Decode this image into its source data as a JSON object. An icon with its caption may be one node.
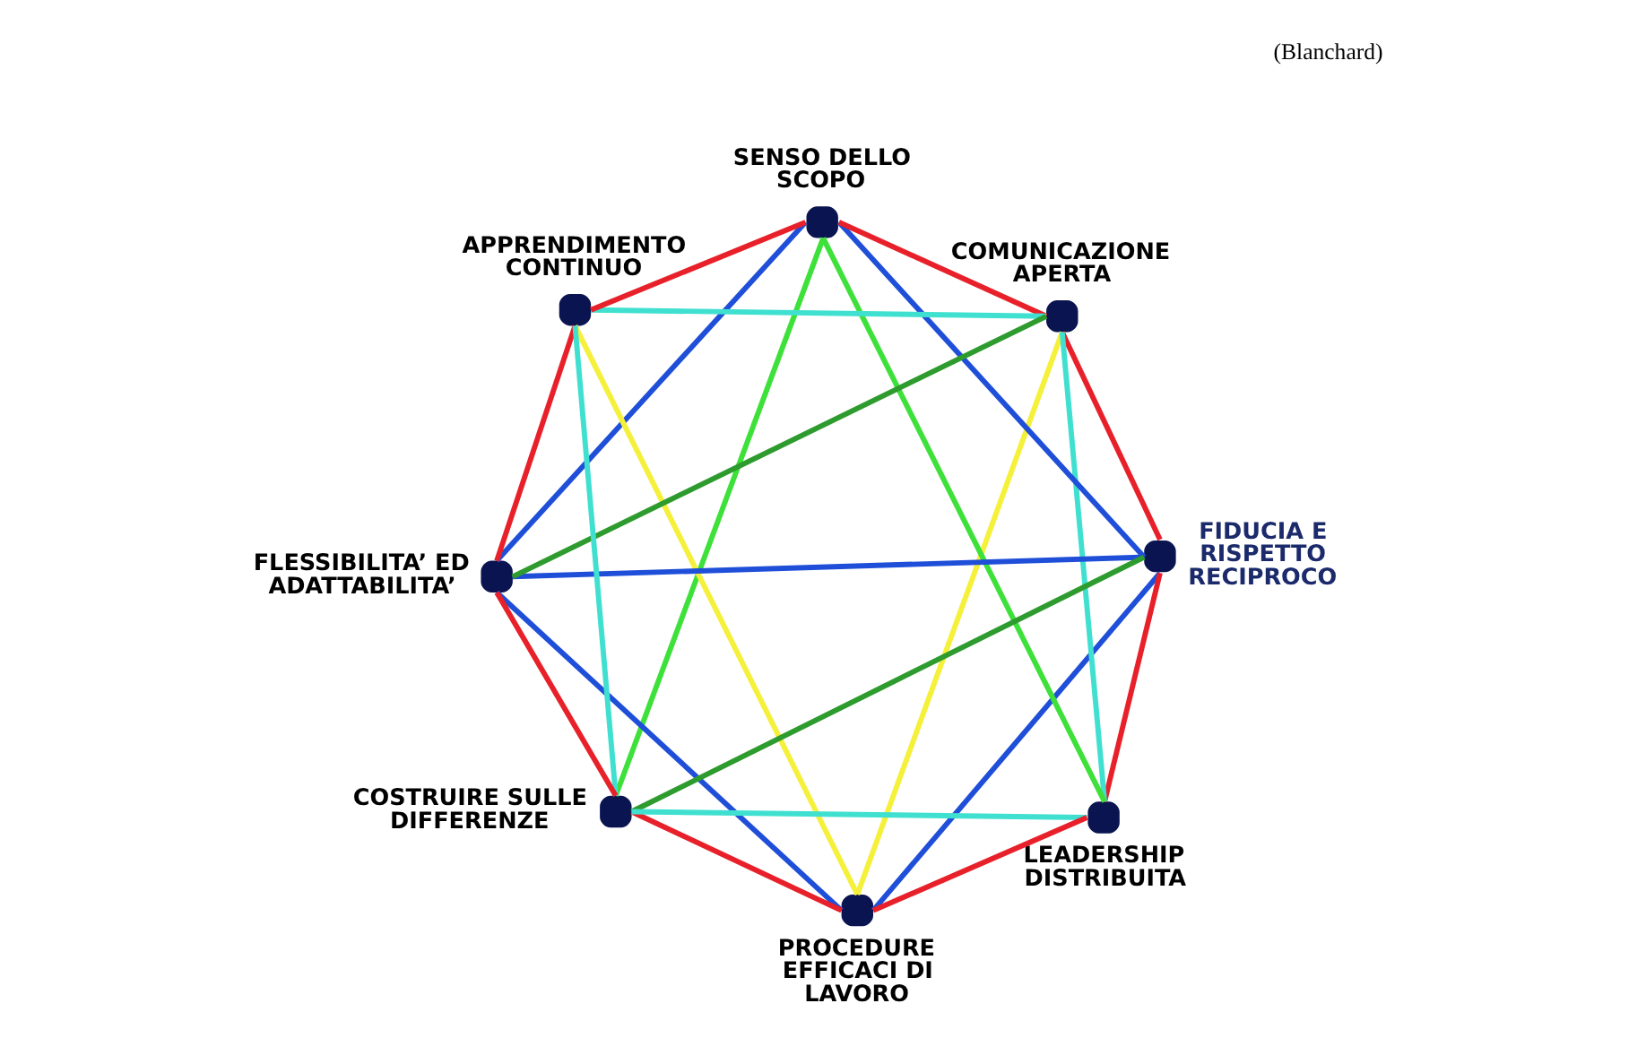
{
  "diagram": {
    "nodes": [
      {
        "text": [],
        "shape": "circle",
        "beside": [
          "SENSO DELLO SCOPO"
        ]
      },
      {
        "text": [],
        "shape": "circle",
        "beside": [
          "APPRENDIMENTO CONTINUO"
        ]
      },
      {
        "text": [],
        "shape": "circle",
        "beside": [
          "COMUNICAZIONE APERTA"
        ]
      },
      {
        "text": [],
        "shape": "circle",
        "beside": [
          "FLESSIBILITA’ ED ADATTABILITA’"
        ]
      },
      {
        "text": [],
        "shape": "circle",
        "beside": [
          "FIDUCIA E RISPETTO RECIPROCO"
        ]
      },
      {
        "text": [],
        "shape": "circle",
        "beside": [
          "COSTRUIRE SULLE DIFFERENZE"
        ]
      },
      {
        "text": [],
        "shape": "circle",
        "beside": [
          "LEADERSHIP DISTRIBUITA"
        ]
      },
      {
        "text": [],
        "shape": "circle",
        "beside": [
          "PROCEDURE EFFICACI DI LAVORO"
        ]
      }
    ],
    "edges": [
      {
        "from": 0,
        "to": 2,
        "arrow": "none",
        "color": "#e8202a"
      },
      {
        "from": 2,
        "to": 4,
        "arrow": "none",
        "color": "#e8202a"
      },
      {
        "from": 4,
        "to": 6,
        "arrow": "none",
        "color": "#e8202a"
      },
      {
        "from": 6,
        "to": 7,
        "arrow": "none",
        "color": "#e8202a"
      },
      {
        "from": 7,
        "to": 5,
        "arrow": "none",
        "color": "#e8202a"
      },
      {
        "from": 5,
        "to": 3,
        "arrow": "none",
        "color": "#e8202a"
      },
      {
        "from": 3,
        "to": 1,
        "arrow": "none",
        "color": "#e8202a"
      },
      {
        "from": 1,
        "to": 0,
        "arrow": "none",
        "color": "#e8202a"
      },
      {
        "from": 1,
        "to": 2,
        "arrow": "none",
        "color": "#40e0d0"
      },
      {
        "from": 2,
        "to": 6,
        "arrow": "none",
        "color": "#40e0d0"
      },
      {
        "from": 6,
        "to": 5,
        "arrow": "none",
        "color": "#40e0d0"
      },
      {
        "from": 5,
        "to": 1,
        "arrow": "none",
        "color": "#40e0d0"
      },
      {
        "from": 0,
        "to": 3,
        "arrow": "none",
        "color": "#1f4fd8"
      },
      {
        "from": 0,
        "to": 4,
        "arrow": "none",
        "color": "#1f4fd8"
      },
      {
        "from": 3,
        "to": 4,
        "arrow": "none",
        "color": "#1f4fd8"
      },
      {
        "from": 3,
        "to": 7,
        "arrow": "none",
        "color": "#1f4fd8"
      },
      {
        "from": 4,
        "to": 7,
        "arrow": "none",
        "color": "#1f4fd8"
      },
      {
        "from": 0,
        "to": 5,
        "arrow": "none",
        "color": "#3ee03a"
      },
      {
        "from": 0,
        "to": 6,
        "arrow": "none",
        "color": "#3ee03a"
      },
      {
        "from": 3,
        "to": 2,
        "arrow": "none",
        "color": "#2e9b2e"
      },
      {
        "from": 5,
        "to": 4,
        "arrow": "none",
        "color": "#2e9b2e"
      },
      {
        "from": 1,
        "to": 7,
        "arrow": "none",
        "color": "#f5f03a"
      },
      {
        "from": 2,
        "to": 7,
        "arrow": "none",
        "color": "#f5f03a"
      }
    ],
    "labels": [
      "(Blanchard)"
    ]
  }
}
